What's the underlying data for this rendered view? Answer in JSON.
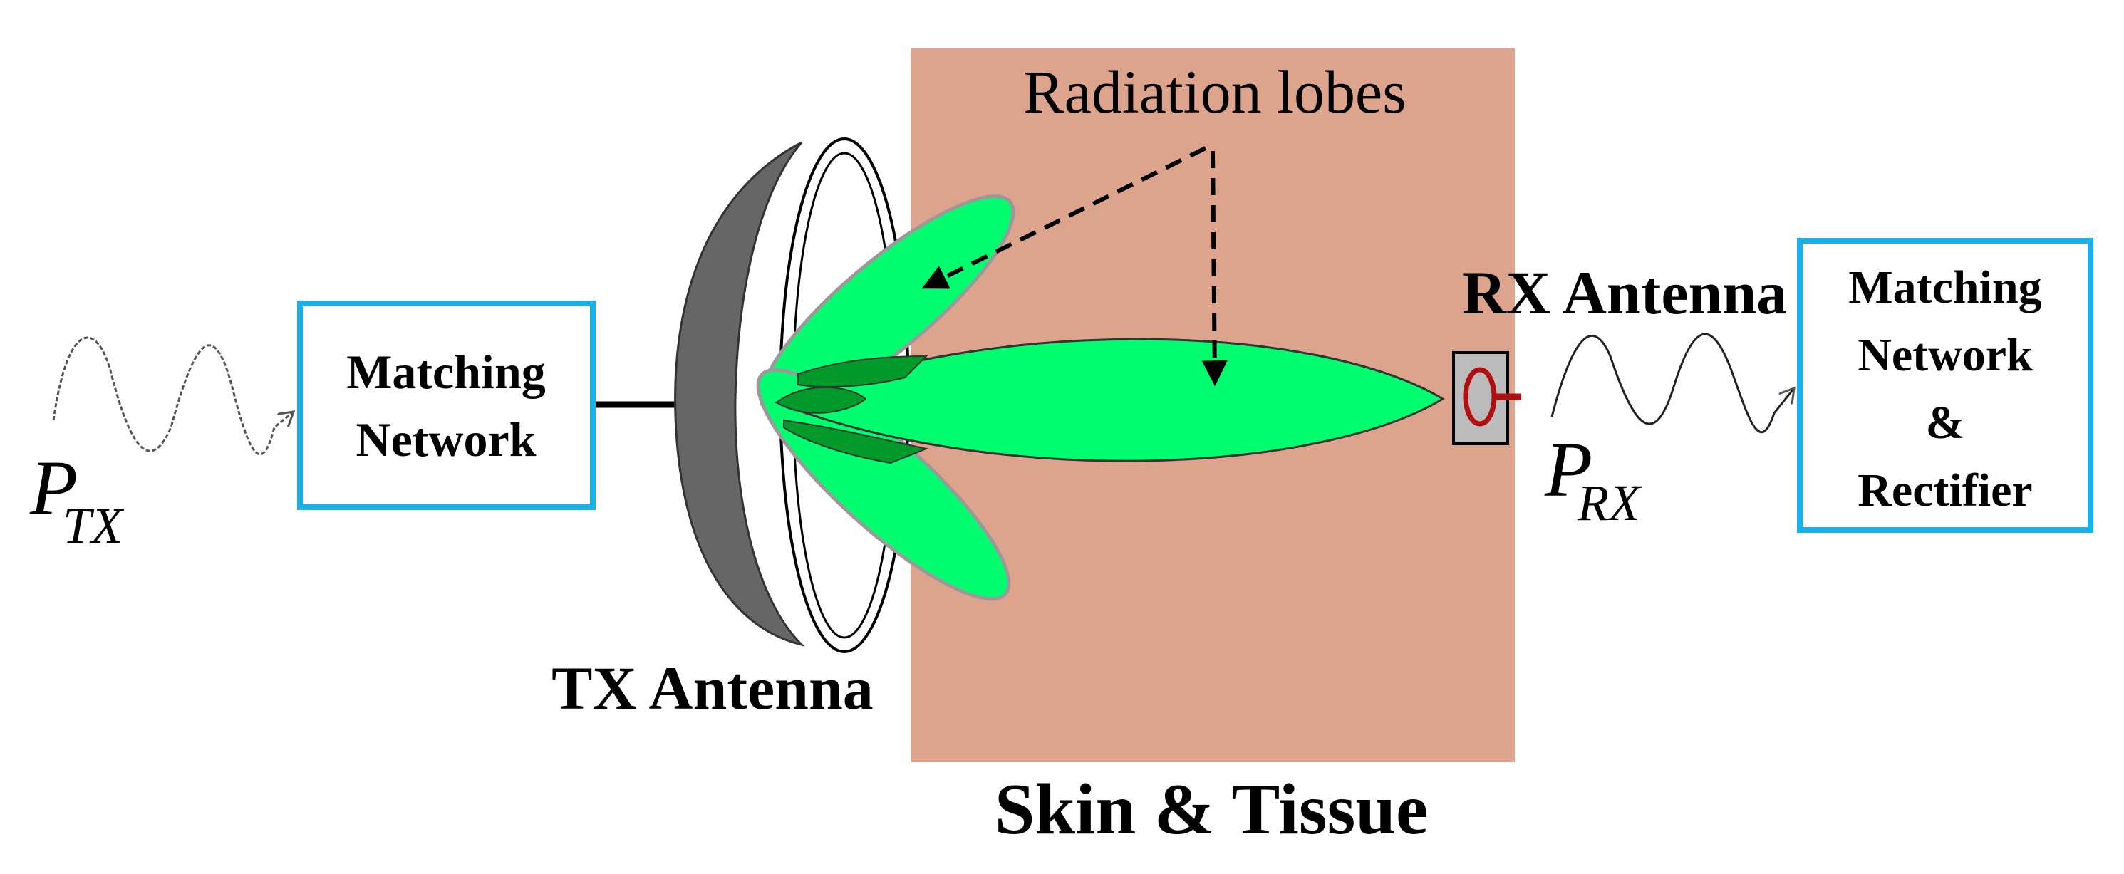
{
  "labels": {
    "radiation_lobes": "Radiation lobes",
    "tx_antenna": "TX Antenna",
    "rx_antenna": "RX Antenna",
    "skin_tissue": "Skin & Tissue",
    "p_tx_main": "P",
    "p_tx_sub": "TX",
    "p_rx_main": "P",
    "p_rx_sub": "RX"
  },
  "left_box": {
    "line1": "Matching",
    "line2": "Network"
  },
  "right_box": {
    "line1": "Matching",
    "line2": "Network",
    "line3": "&",
    "line4": "Rectifier"
  },
  "colors": {
    "tissue": "#dca48c",
    "lobe": "#00ff6e",
    "lobe_overlap": "#009a2a",
    "box_border": "#1ab0e8",
    "dish_dark": "#666666",
    "rx_loop": "#b01010"
  }
}
